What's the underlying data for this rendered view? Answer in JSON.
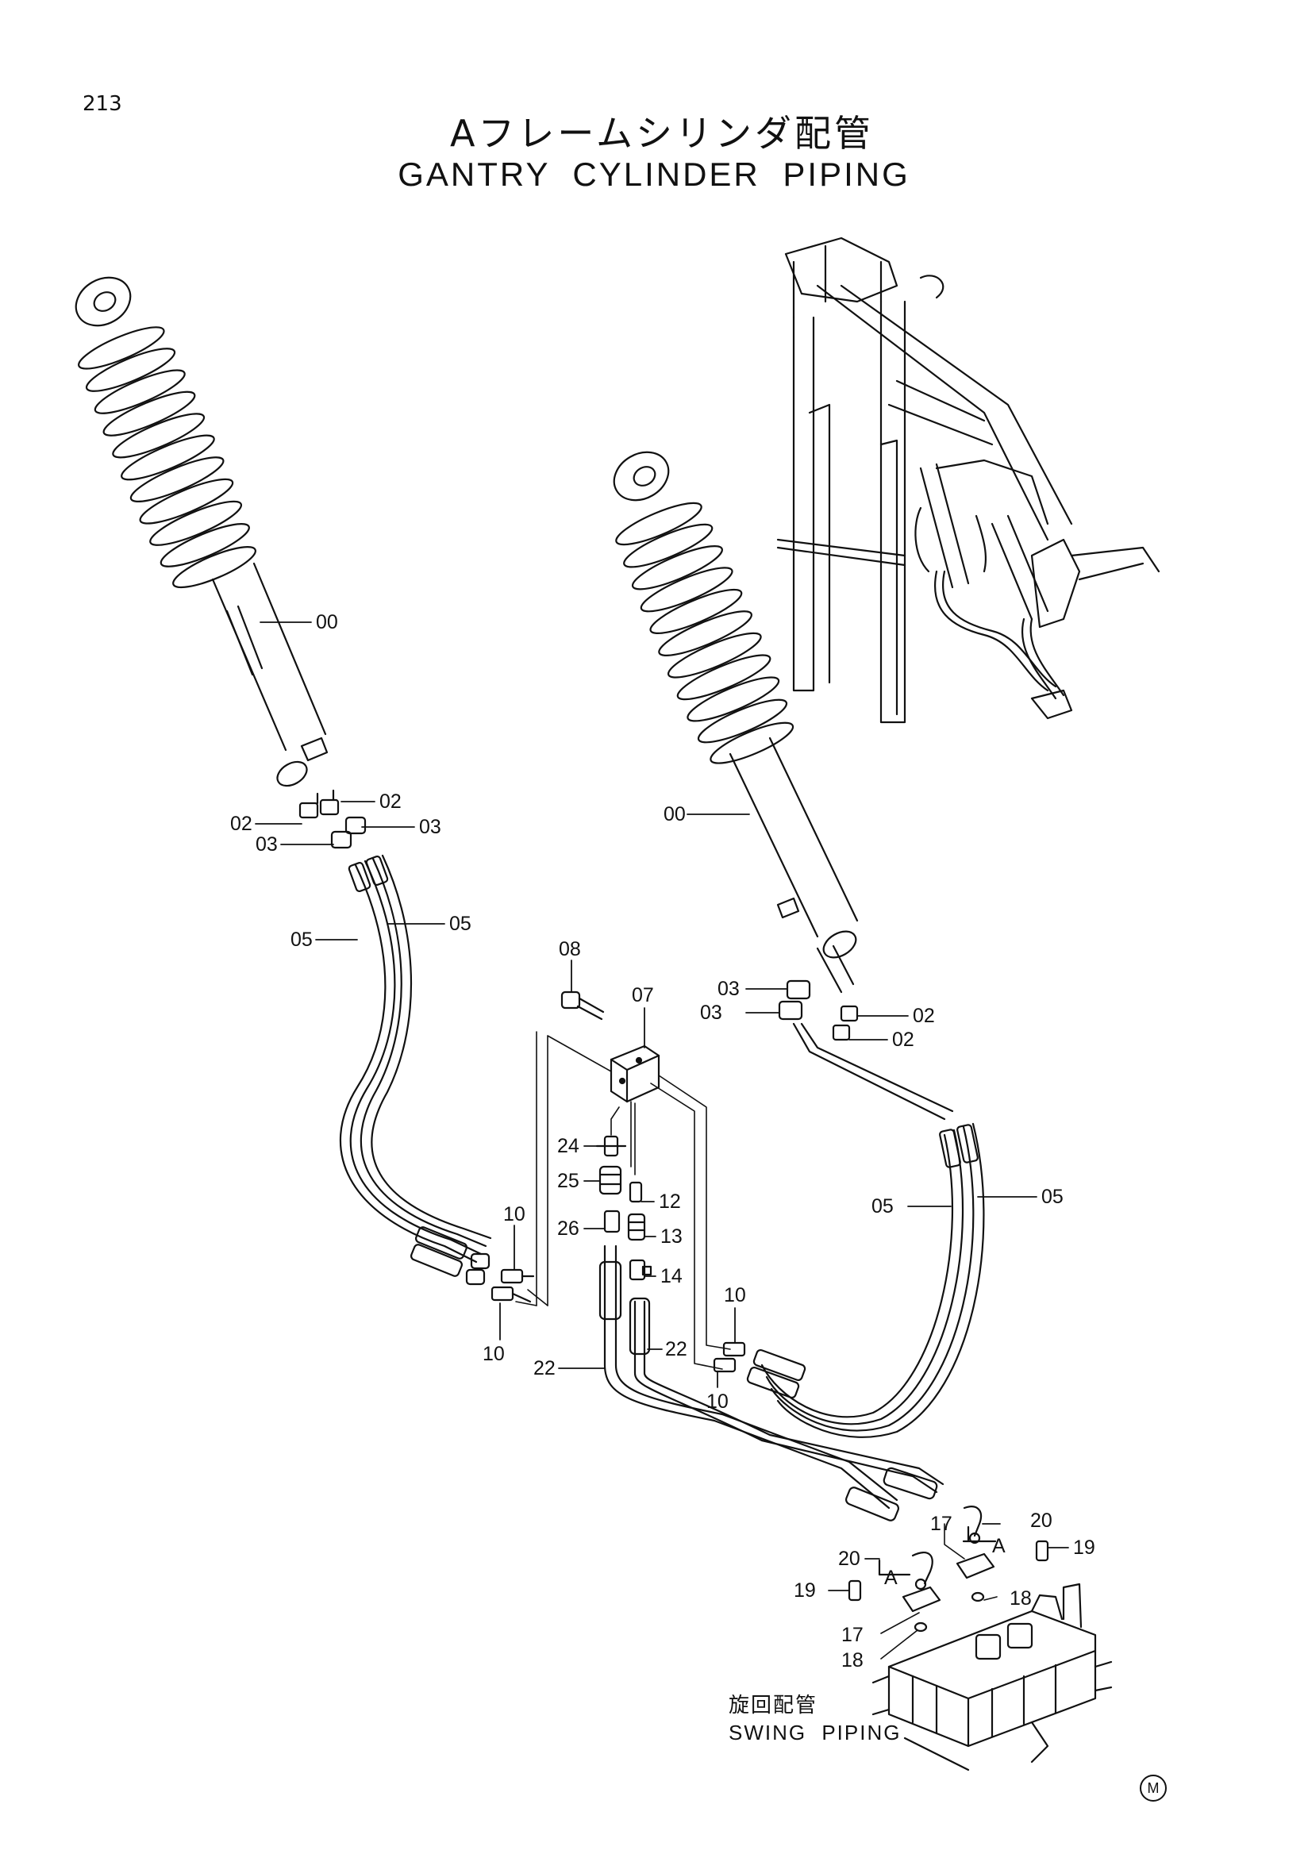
{
  "page_number": "213",
  "title_jp": "Aフレームシリンダ配管",
  "title_en": "GANTRY CYLINDER PIPING",
  "section_jp": "旋回配管",
  "section_en": "SWING PIPING",
  "mark": "M",
  "callouts": [
    "00",
    "02",
    "03",
    "05",
    "07",
    "08",
    "10",
    "12",
    "13",
    "14",
    "17",
    "18",
    "19",
    "20",
    "22",
    "24",
    "25",
    "26",
    "A"
  ]
}
